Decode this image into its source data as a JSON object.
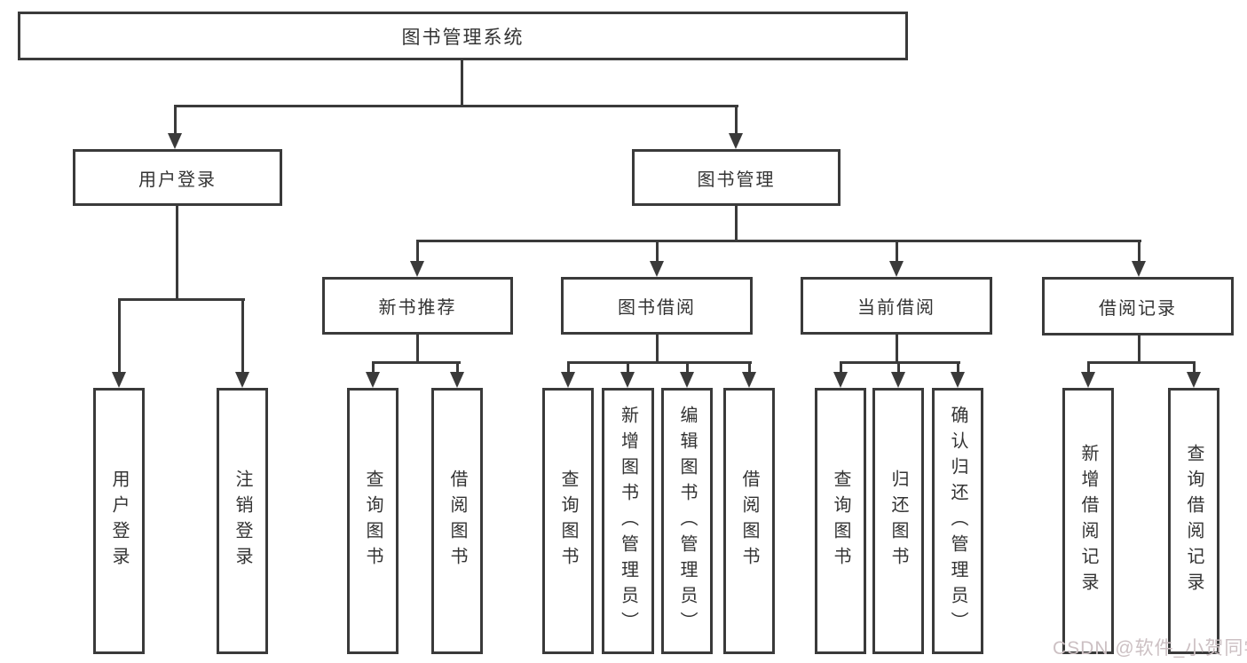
{
  "diagram": {
    "root": {
      "label": "图书管理系统"
    },
    "level2": {
      "user_login": "用户登录",
      "book_mgmt": "图书管理"
    },
    "level3": {
      "new_books": "新书推荐",
      "book_borrow": "图书借阅",
      "current_borrow": "当前借阅",
      "borrow_records": "借阅记录"
    },
    "leaves": {
      "user_login": [
        "用户登录",
        "注销登录"
      ],
      "new_books": [
        "查询图书",
        "借阅图书"
      ],
      "book_borrow": [
        "查询图书",
        "新增图书（管理员）",
        "编辑图书（管理员）",
        "借阅图书"
      ],
      "current_borrow": [
        "查询图书",
        "归还图书",
        "确认归还（管理员）"
      ],
      "borrow_records": [
        "新增借阅记录",
        "查询借阅记录"
      ]
    }
  },
  "watermark": {
    "text": "CSDN @软件_小贺同学"
  },
  "colors": {
    "line": "#3a3a3a",
    "text": "#333333",
    "box_background": "#ffffff",
    "page_background": "#ffffff",
    "watermark": "#ccc0c3"
  }
}
